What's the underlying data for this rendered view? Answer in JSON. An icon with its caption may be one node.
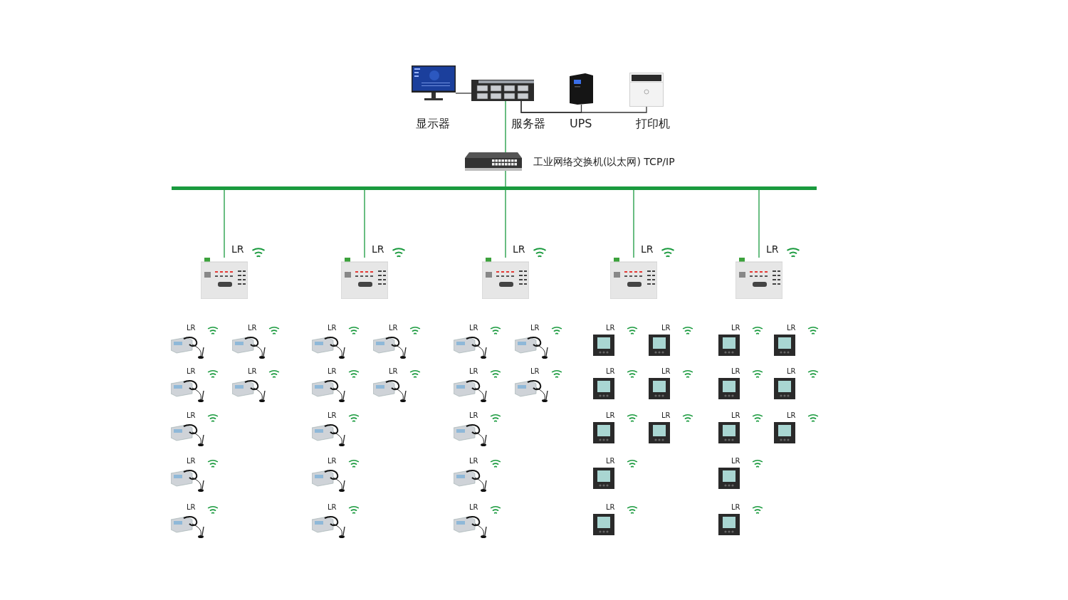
{
  "diagram": {
    "nodes": [
      {
        "text": [
          "显示器"
        ]
      },
      {
        "text": [
          "服务器"
        ]
      },
      {
        "text": [
          "UPS"
        ]
      },
      {
        "text": [
          "打印机"
        ]
      },
      {
        "text": [
          "工业网络交换机(以太网) TCP/IP"
        ]
      },
      {
        "text": [],
        "shape": "bar"
      },
      {
        "text": [
          "LR"
        ]
      },
      {
        "text": [
          "LR"
        ]
      },
      {
        "text": [
          "LR"
        ]
      },
      {
        "text": [
          "LR"
        ]
      },
      {
        "text": [
          "LR"
        ]
      },
      {
        "text": [
          "LR"
        ]
      },
      {
        "text": [
          "LR"
        ]
      },
      {
        "text": [
          "LR"
        ]
      },
      {
        "text": [
          "LR"
        ]
      },
      {
        "text": [
          "LR"
        ]
      },
      {
        "text": [
          "LR"
        ]
      },
      {
        "text": [
          "LR"
        ]
      },
      {
        "text": [
          "LR"
        ]
      },
      {
        "text": [
          "LR"
        ]
      },
      {
        "text": [
          "LR"
        ]
      },
      {
        "text": [
          "LR"
        ]
      },
      {
        "text": [
          "LR"
        ]
      },
      {
        "text": [
          "LR"
        ]
      },
      {
        "text": [
          "LR"
        ]
      },
      {
        "text": [
          "LR"
        ]
      },
      {
        "text": [
          "LR"
        ]
      },
      {
        "text": [
          "LR"
        ]
      },
      {
        "text": [
          "LR"
        ]
      },
      {
        "text": [
          "LR"
        ]
      },
      {
        "text": [
          "LR"
        ]
      },
      {
        "text": [
          "LR"
        ]
      },
      {
        "text": [
          "LR"
        ]
      },
      {
        "text": [
          "LR"
        ]
      },
      {
        "text": [
          "LR"
        ]
      },
      {
        "text": [
          "LR"
        ]
      },
      {
        "text": [
          "LR"
        ]
      },
      {
        "text": [
          "LR"
        ]
      },
      {
        "text": [
          "LR"
        ]
      },
      {
        "text": [
          "LR"
        ]
      },
      {
        "text": [
          "LR"
        ]
      },
      {
        "text": [
          "LR"
        ]
      },
      {
        "text": [
          "LR"
        ]
      },
      {
        "text": [
          "LR"
        ]
      },
      {
        "text": [
          "LR"
        ]
      },
      {
        "text": [
          "LR"
        ]
      },
      {
        "text": [
          "LR"
        ]
      },
      {
        "text": [
          "LR"
        ]
      }
    ],
    "edges": [
      {
        "from": 0,
        "to": 1,
        "arrow": "none",
        "color": "#333333"
      },
      {
        "from": 1,
        "to": 2,
        "arrow": "none",
        "color": "#333333"
      },
      {
        "from": 1,
        "to": 3,
        "arrow": "none",
        "color": "#333333"
      },
      {
        "from": 1,
        "to": 4,
        "arrow": "none"
      },
      {
        "from": 4,
        "to": 5,
        "arrow": "none"
      },
      {
        "from": 5,
        "to": 6,
        "arrow": "none"
      },
      {
        "from": 5,
        "to": 7,
        "arrow": "none"
      },
      {
        "from": 5,
        "to": 8,
        "arrow": "none"
      },
      {
        "from": 5,
        "to": 9,
        "arrow": "none"
      },
      {
        "from": 5,
        "to": 10,
        "arrow": "none"
      }
    ]
  }
}
